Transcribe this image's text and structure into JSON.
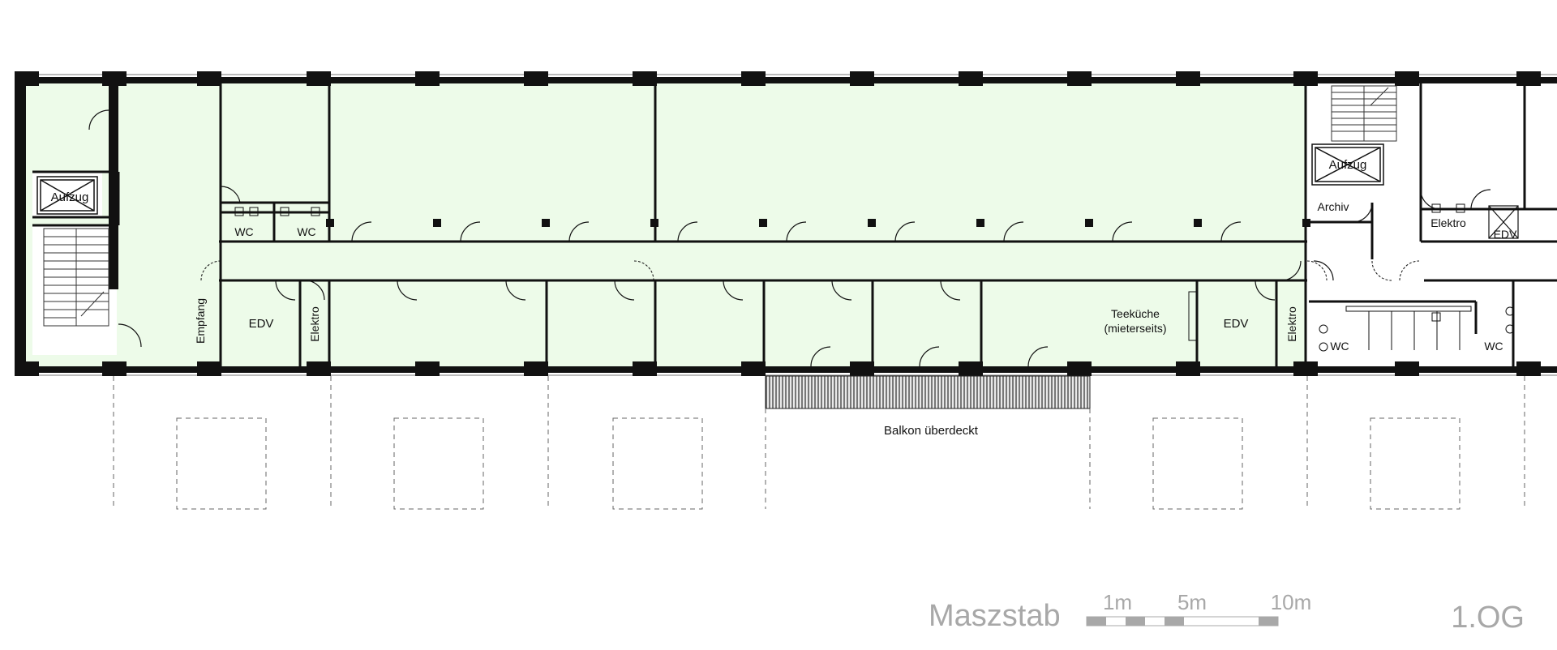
{
  "rooms": {
    "aufzug_left": "Aufzug",
    "aufzug_right": "Aufzug",
    "wc_1": "WC",
    "wc_2": "WC",
    "wc_3": "WC",
    "wc_4": "WC",
    "empfang": "Empfang",
    "edv_left": "EDV",
    "elektro_left": "Elektro",
    "teekueche_line1": "Teeküche",
    "teekueche_line2": "(mieterseits)",
    "edv_mid": "EDV",
    "elektro_mid": "Elektro",
    "archiv": "Archiv",
    "elektro_right": "Elektro",
    "edv_right": "EDV",
    "balkon": "Balkon überdeckt"
  },
  "scale": {
    "label": "Maszstab",
    "ticks": [
      "1m",
      "5m",
      "10m"
    ]
  },
  "floor": "1.OG",
  "colors": {
    "room_fill": "#edfbe9",
    "wall": "#111111",
    "scale_text": "#a8a8a8",
    "balcony_hatch": "#2d2d2d"
  }
}
